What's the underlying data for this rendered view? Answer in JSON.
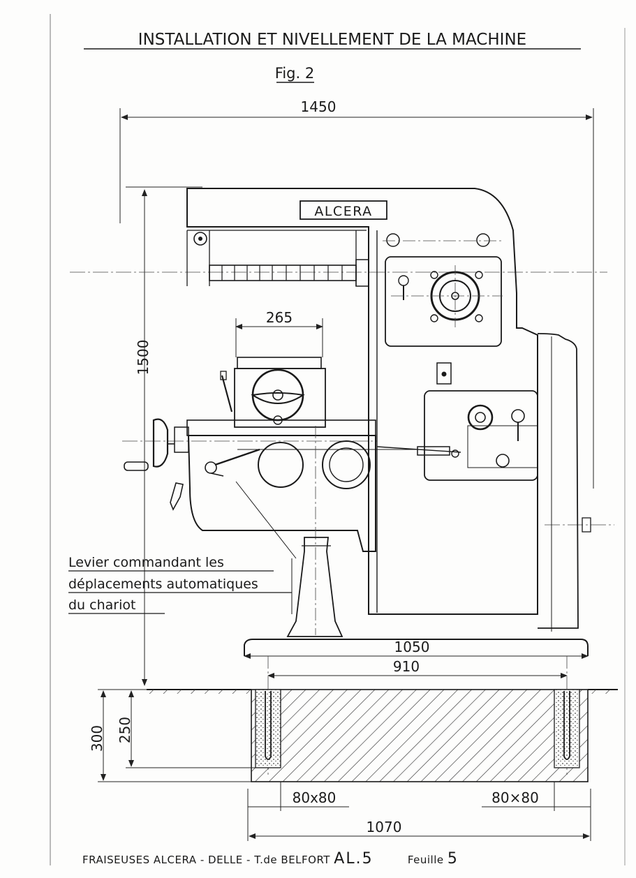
{
  "title": "INSTALLATION ET NIVELLEMENT DE LA MACHINE",
  "figure_label": "Fig. 2",
  "plate_label": "ALCERA",
  "dimensions": {
    "overall_width": "1450",
    "overall_height": "1500",
    "table_width": "265",
    "base_width": "1050",
    "bolt_spacing": "910",
    "foundation_depth": "300",
    "bolt_depth": "250",
    "bolt_hole_left": "80x80",
    "bolt_hole_right": "80×80",
    "foundation_width": "1070"
  },
  "annotation": {
    "line1": "Levier commandant les",
    "line2": "déplacements automatiques",
    "line3": "du chariot"
  },
  "footer": {
    "maker": "FRAISEUSES  ALCERA",
    "sep1": "-",
    "city": "DELLE",
    "sep2": "-",
    "region": "T.de BELFORT",
    "model": "AL.5",
    "sheet_label": "Feuille",
    "sheet_number": "5"
  }
}
